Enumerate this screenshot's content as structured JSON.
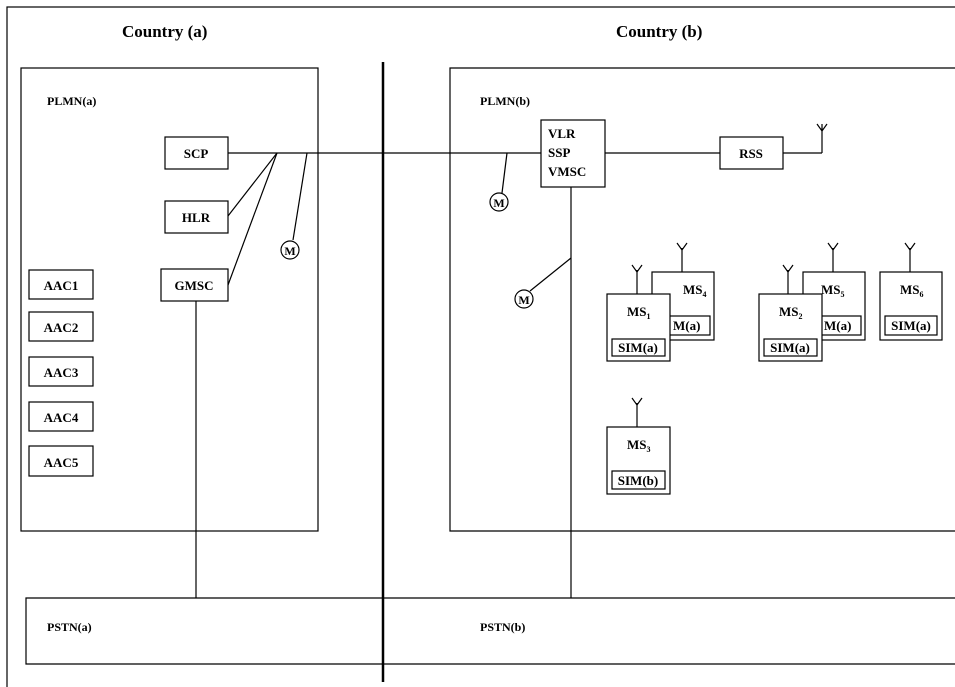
{
  "regions": {
    "country_a": "Country (a)",
    "country_b": "Country (b)",
    "plmn_a": "PLMN(a)",
    "plmn_b": "PLMN(b)",
    "pstn_a": "PSTN(a)",
    "pstn_b": "PSTN(b)"
  },
  "nodes": {
    "scp": "SCP",
    "hlr": "HLR",
    "gmsc": "GMSC",
    "vlr": "VLR",
    "ssp": "SSP",
    "vmsc": "VMSC",
    "rss": "RSS",
    "monitor": "M"
  },
  "aac": [
    "AAC1",
    "AAC2",
    "AAC3",
    "AAC4",
    "AAC5"
  ],
  "mobiles": {
    "ms_prefix": "MS",
    "ms1": "1",
    "ms2": "2",
    "ms3": "3",
    "ms4": "4",
    "ms5": "5",
    "ms6": "6",
    "sim_a": "SIM(a)",
    "sim_b": "SIM(b)",
    "sim_a_clipped": "M(a)"
  }
}
